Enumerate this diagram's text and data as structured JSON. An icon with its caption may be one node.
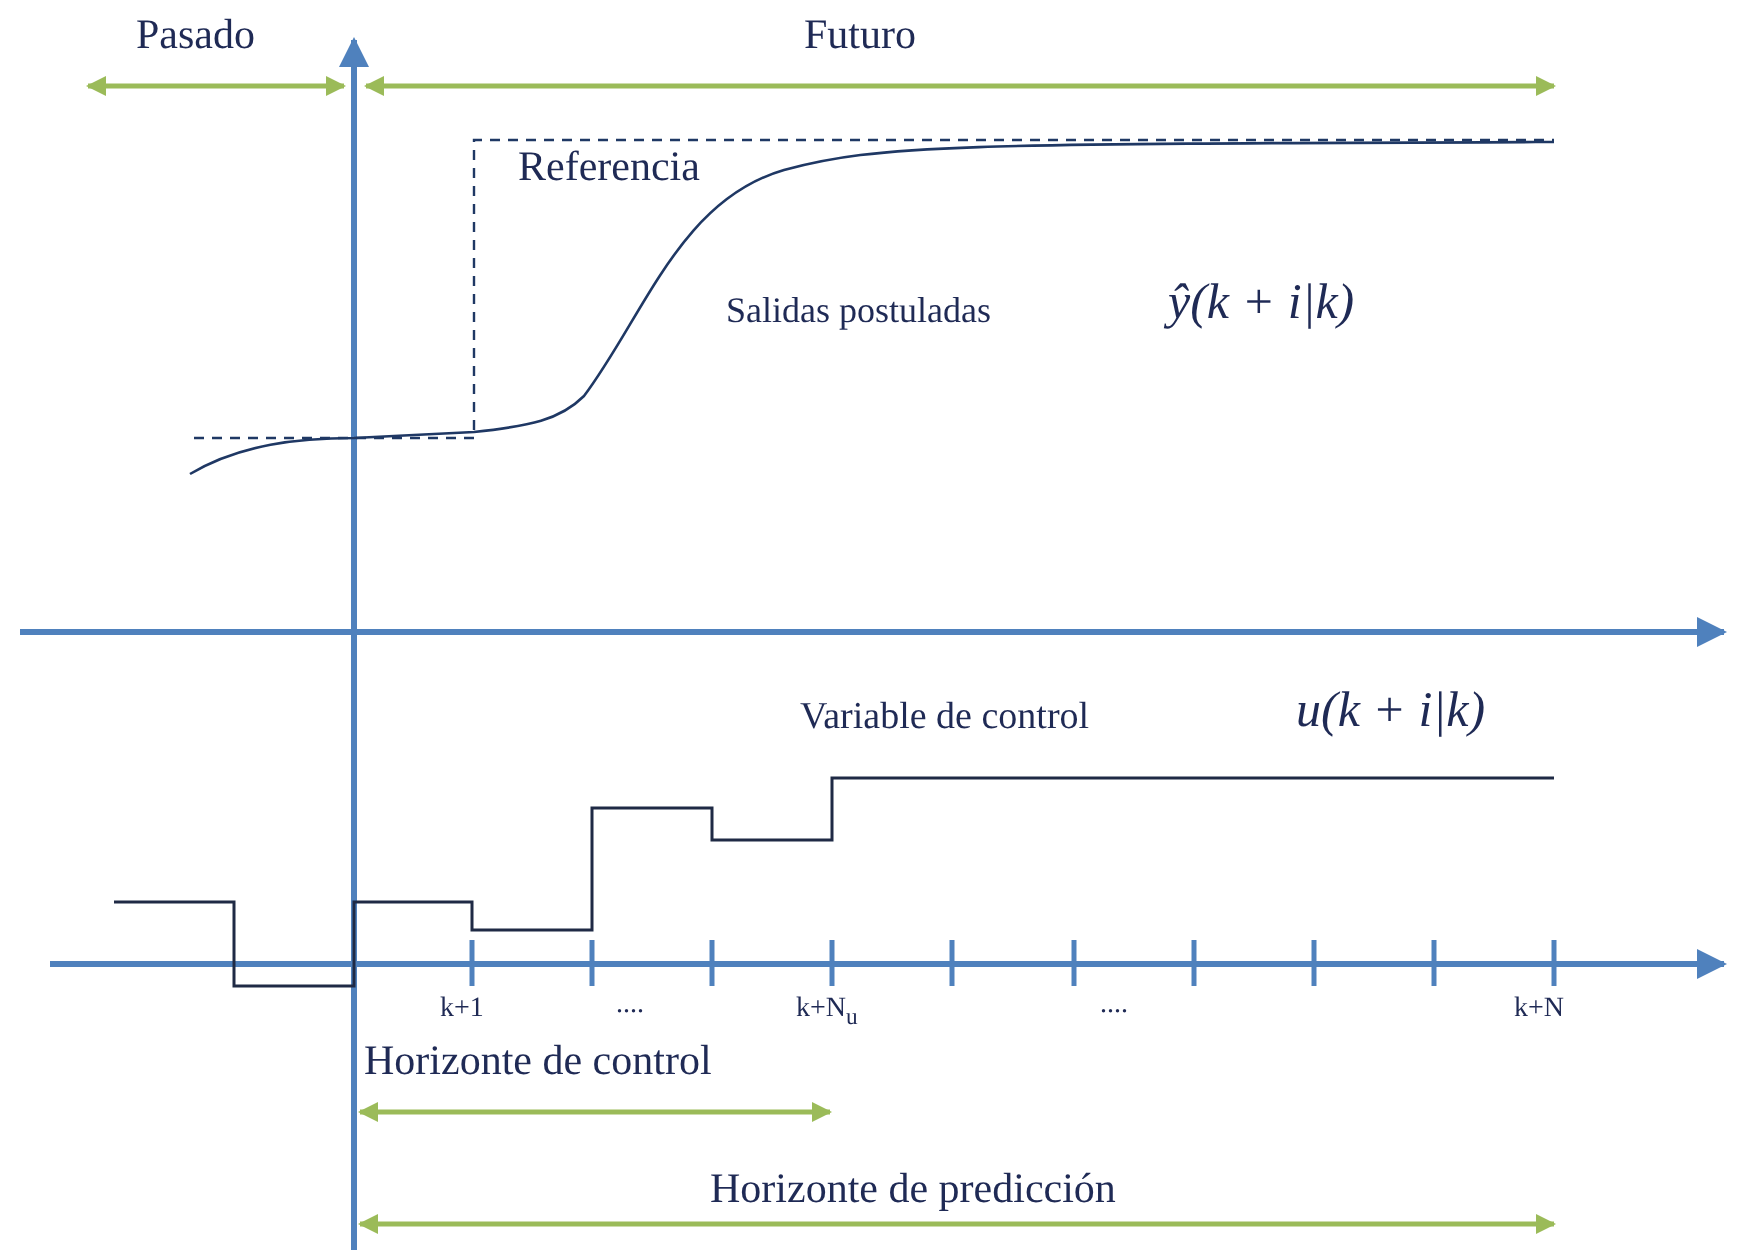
{
  "diagram": {
    "labels": [
      "Pasado",
      "Futuro",
      "Referencia",
      "Salidas postuladas",
      "ŷ(k + i|k)",
      "Variable de control",
      "u(k + i|k)",
      "k+1",
      "....",
      "k+N$_{u}$",
      "....",
      "k+N",
      "Horizonte de control",
      "Horizonte de predicción"
    ]
  }
}
